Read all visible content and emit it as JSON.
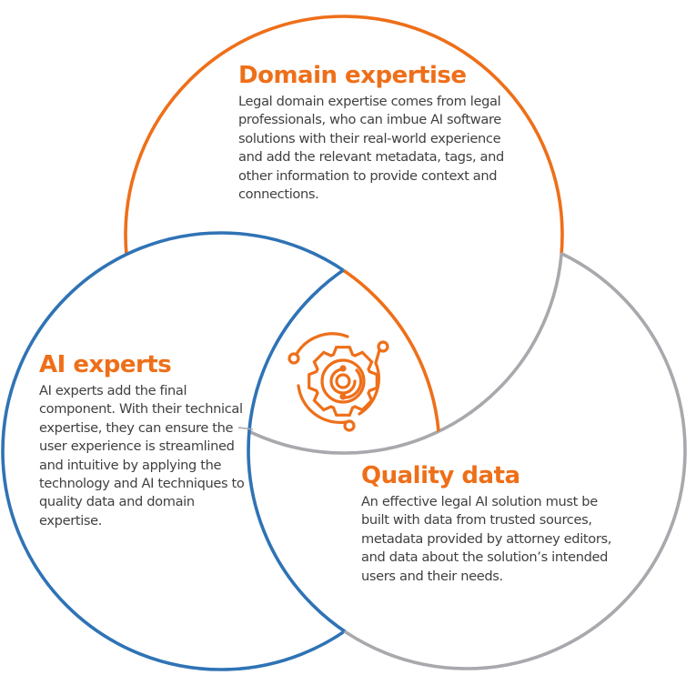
{
  "colors": {
    "domain": "#ee6f19",
    "ai": "#2f73b5",
    "quality": "#a8a8ad",
    "heading": "#ee6f19",
    "body_text": "#404040"
  },
  "sections": {
    "domain": {
      "title": "Domain expertise",
      "body": "Legal domain expertise comes from legal professionals, who can imbue AI software solutions with their real-world experience and add the relevant metadata, tags, and other information to provide context and connections."
    },
    "ai": {
      "title": "AI experts",
      "body": "AI experts add the final component. With their technical expertise, they can ensure the user experience is streamlined and intuitive by applying the technology and AI techniques to quality data and domain expertise."
    },
    "quality": {
      "title": "Quality data",
      "body": "An effective legal AI solution must be built with data from trusted sources, metadata provided by attorney editors, and data about the solution’s intended users and their needs."
    }
  },
  "center_icon": "gear-circuit-icon"
}
